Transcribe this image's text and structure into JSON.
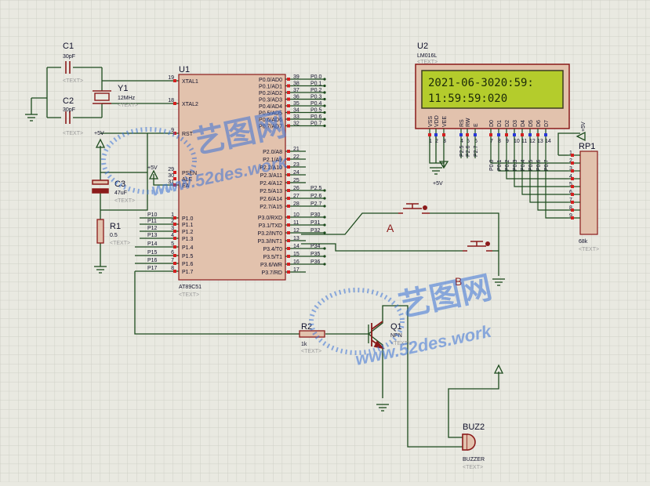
{
  "colors": {
    "background": "#e9e9e1",
    "grid": "#cfd0c6",
    "wire": "#1c4a1c",
    "component_outline": "#8b1a1a",
    "chip_fill": "#e2c2ad",
    "lcd_screen": "#b4cc2c",
    "lcd_text": "#1c2a08",
    "pin_red": "#d42020",
    "pin_blue": "#2838d8",
    "label_dark": "#10102a",
    "text_placeholder": "#9a9a9a",
    "watermark": "#3a72d8"
  },
  "text_placeholder": "<TEXT>",
  "components": {
    "c1": {
      "ref": "C1",
      "value": "30pF"
    },
    "c2": {
      "ref": "C2",
      "value": "30pF"
    },
    "y1": {
      "ref": "Y1",
      "value": "12MHz"
    },
    "c3": {
      "ref": "C3",
      "value": "47uF"
    },
    "r1": {
      "ref": "R1",
      "value": "0.5"
    },
    "r2": {
      "ref": "R2",
      "value": "1k"
    },
    "q1": {
      "ref": "Q1",
      "value": "NPN"
    },
    "buz2": {
      "ref": "BUZ2",
      "value": "BUZZER"
    },
    "rp1": {
      "ref": "RP1",
      "value": "68k"
    },
    "power_5v": "+5V"
  },
  "u1": {
    "ref": "U1",
    "part": "AT89C51",
    "left_pins": [
      {
        "num": "19",
        "name": "XTAL1"
      },
      {
        "num": "18",
        "name": "XTAL2"
      },
      {
        "num": "9",
        "name": "RST"
      },
      {
        "num": "29",
        "name": "PSEN"
      },
      {
        "num": "30",
        "name": "ALE"
      },
      {
        "num": "31",
        "name": "EA"
      },
      {
        "num": "1",
        "name": "P1.0",
        "net": "P10"
      },
      {
        "num": "2",
        "name": "P1.1",
        "net": "P11"
      },
      {
        "num": "3",
        "name": "P1.2",
        "net": "P12"
      },
      {
        "num": "4",
        "name": "P1.3",
        "net": "P13"
      },
      {
        "num": "5",
        "name": "P1.4",
        "net": "P14"
      },
      {
        "num": "6",
        "name": "P1.5",
        "net": "P15"
      },
      {
        "num": "7",
        "name": "P1.6",
        "net": "P16"
      },
      {
        "num": "8",
        "name": "P1.7",
        "net": "P17"
      }
    ],
    "right_pins": [
      {
        "num": "39",
        "name": "P0.0/AD0",
        "net": "P0.0"
      },
      {
        "num": "38",
        "name": "P0.1/AD1",
        "net": "P0.1"
      },
      {
        "num": "37",
        "name": "P0.2/AD2",
        "net": "P0.2"
      },
      {
        "num": "36",
        "name": "P0.3/AD3",
        "net": "P0.3"
      },
      {
        "num": "35",
        "name": "P0.4/AD4",
        "net": "P0.4"
      },
      {
        "num": "34",
        "name": "P0.5/AD5",
        "net": "P0.5"
      },
      {
        "num": "33",
        "name": "P0.6/AD6",
        "net": "P0.6"
      },
      {
        "num": "32",
        "name": "P0.7/AD7",
        "net": "P0.7"
      },
      {
        "num": "21",
        "name": "P2.0/A8",
        "net": ""
      },
      {
        "num": "22",
        "name": "P2.1/A9",
        "net": ""
      },
      {
        "num": "23",
        "name": "P2.2/A10",
        "net": ""
      },
      {
        "num": "24",
        "name": "P2.3/A11",
        "net": ""
      },
      {
        "num": "25",
        "name": "P2.4/A12",
        "net": ""
      },
      {
        "num": "26",
        "name": "P2.5/A13",
        "net": "P2.5"
      },
      {
        "num": "27",
        "name": "P2.6/A14",
        "net": "P2.6"
      },
      {
        "num": "28",
        "name": "P2.7/A15",
        "net": "P2.7"
      },
      {
        "num": "10",
        "name": "P3.0/RXD",
        "net": "P30"
      },
      {
        "num": "11",
        "name": "P3.1/TXD",
        "net": "P31"
      },
      {
        "num": "12",
        "name": "P3.2/INT0",
        "net": "P32"
      },
      {
        "num": "13",
        "name": "P3.3/INT1",
        "net": ""
      },
      {
        "num": "14",
        "name": "P3.4/T0",
        "net": "P34"
      },
      {
        "num": "15",
        "name": "P3.5/T1",
        "net": "P35"
      },
      {
        "num": "16",
        "name": "P3.6/WR",
        "net": "P36"
      },
      {
        "num": "17",
        "name": "P3.7/RD",
        "net": ""
      }
    ]
  },
  "u2": {
    "ref": "U2",
    "part": "LM016L",
    "line1": "2021-06-3020:59:",
    "line2": "11:59:59:020",
    "pins": [
      {
        "name": "VSS",
        "num": "1"
      },
      {
        "name": "VDD",
        "num": "2"
      },
      {
        "name": "VEE",
        "num": "3"
      },
      {
        "name": "RS",
        "num": "4",
        "net": "P2.5"
      },
      {
        "name": "RW",
        "num": "5",
        "net": "P2.6"
      },
      {
        "name": "E",
        "num": "6",
        "net": "P2.7"
      },
      {
        "name": "D0",
        "num": "7"
      },
      {
        "name": "D1",
        "num": "8"
      },
      {
        "name": "D2",
        "num": "9"
      },
      {
        "name": "D3",
        "num": "10"
      },
      {
        "name": "D4",
        "num": "11"
      },
      {
        "name": "D5",
        "num": "12"
      },
      {
        "name": "D6",
        "num": "13"
      },
      {
        "name": "D7",
        "num": "14"
      }
    ],
    "data_nets": [
      "P0.0",
      "P0.1",
      "P0.2",
      "P0.3",
      "P0.4",
      "P0.5",
      "P0.6",
      "P0.7"
    ]
  },
  "rp1_pins": [
    "1",
    "2",
    "3",
    "4",
    "5",
    "6",
    "7",
    "8",
    "9"
  ],
  "buttons": {
    "a": "A",
    "b": "B"
  },
  "watermark": {
    "brand": "艺图网",
    "url": "www.52des.work"
  }
}
